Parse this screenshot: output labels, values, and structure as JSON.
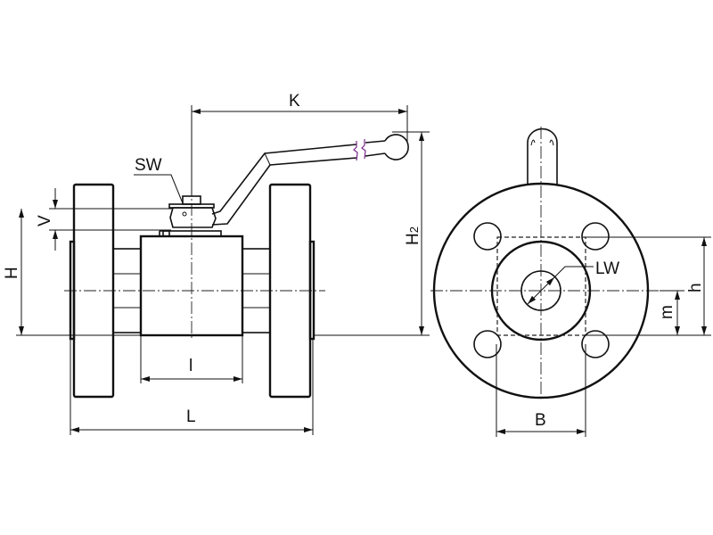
{
  "drawing": {
    "title": "Flanged ball valve dimension drawing",
    "dimensions": {
      "K": "K",
      "SW": "SW",
      "V": "V",
      "H": "H",
      "l": "l",
      "L": "L",
      "H2_main": "H",
      "H2_sub": "2",
      "LW": "LW",
      "h": "h",
      "m": "m",
      "B": "B"
    },
    "colors": {
      "line": "#111111",
      "break_mark": "#7a2a8a"
    }
  }
}
